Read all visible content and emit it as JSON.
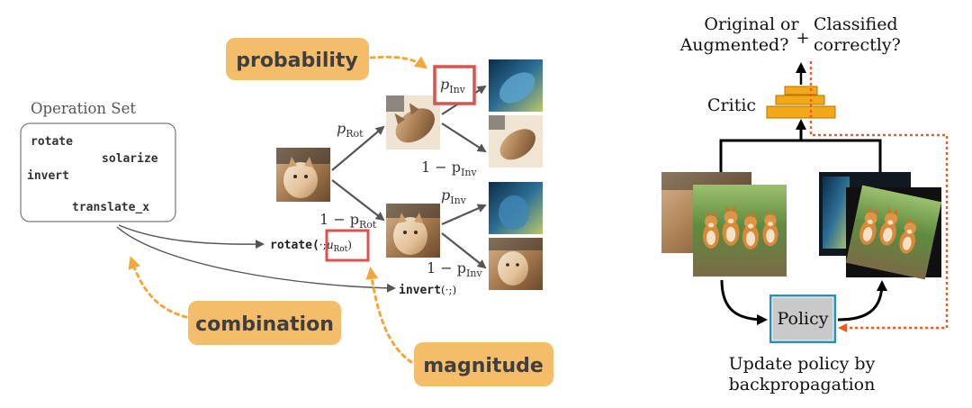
{
  "left_panel": {
    "operation_set": {
      "title": "Operation Set",
      "ops": [
        "rotate",
        "solarize",
        "invert",
        "translate_x"
      ]
    },
    "callouts": {
      "probability": "probability",
      "combination": "combination",
      "magnitude": "magnitude"
    },
    "branches": {
      "p_rot": {
        "p": "p",
        "sub": "Rot"
      },
      "one_minus_p_rot": {
        "pre": "1 − p",
        "sub": "Rot"
      },
      "p_inv_boxed": {
        "p": "p",
        "sub": "Inv"
      },
      "one_minus_p_inv_top": {
        "pre": "1 − p",
        "sub": "Inv"
      },
      "p_inv_lower": {
        "p": "p",
        "sub": "Inv"
      },
      "one_minus_p_inv_bottom": {
        "pre": "1 − p",
        "sub": "Inv"
      }
    },
    "functions": {
      "rotate": {
        "name": "rotate(",
        "arg": "·;",
        "mu": "μ",
        "mu_sub": "Rot",
        "close": ")"
      },
      "invert": {
        "name": "invert",
        "args": "(·;)"
      }
    }
  },
  "right_panel": {
    "question_left": [
      "Original or",
      "Augmented?"
    ],
    "plus": "+",
    "question_right": [
      "Classified",
      "correctly?"
    ],
    "critic": "Critic",
    "policy": "Policy",
    "caption": [
      "Update policy by",
      "backpropagation"
    ]
  },
  "colors": {
    "callout_fill": "#f5bd6a",
    "callout_text": "#3f3f3f",
    "highlight_box": "#d9534f",
    "critic_fill": "#f4a818",
    "critic_stroke": "#b07400",
    "policy_fill": "#c9c9c9",
    "policy_border": "#2a8fb8",
    "gradient_dotted": "#ee5a24",
    "arrow_gray": "#555555"
  }
}
